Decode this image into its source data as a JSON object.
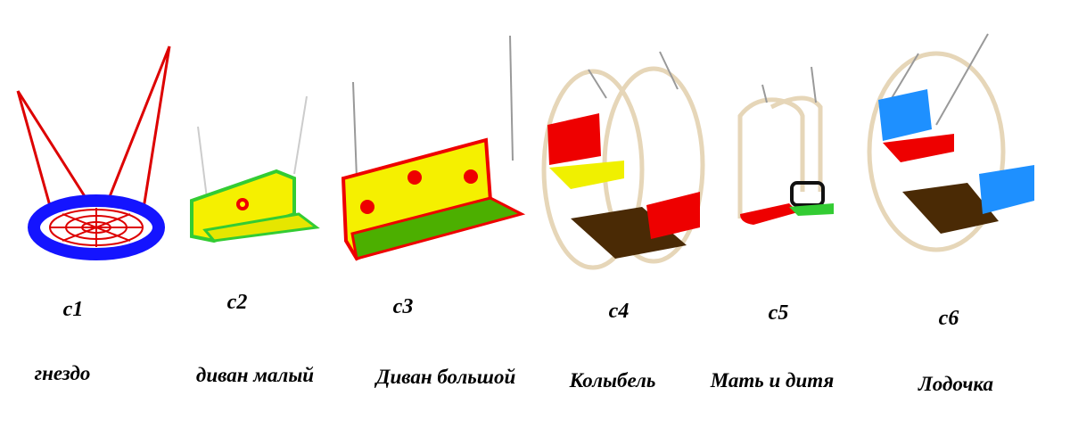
{
  "items": [
    {
      "code": "c1",
      "name": "гнездо"
    },
    {
      "code": "c2",
      "name": "диван малый"
    },
    {
      "code": "c3",
      "name": "Диван большой"
    },
    {
      "code": "c4",
      "name": "Колыбель"
    },
    {
      "code": "c5",
      "name": "Мать и дитя"
    },
    {
      "code": "c6",
      "name": "Лодочка"
    }
  ],
  "colors": {
    "red": "#e00000",
    "blue": "#1a1aff",
    "yellow": "#f5f000",
    "green": "#4caf00",
    "frame": "#e6d6b8",
    "brown": "#4a2a05",
    "skyblue": "#1e90ff"
  }
}
